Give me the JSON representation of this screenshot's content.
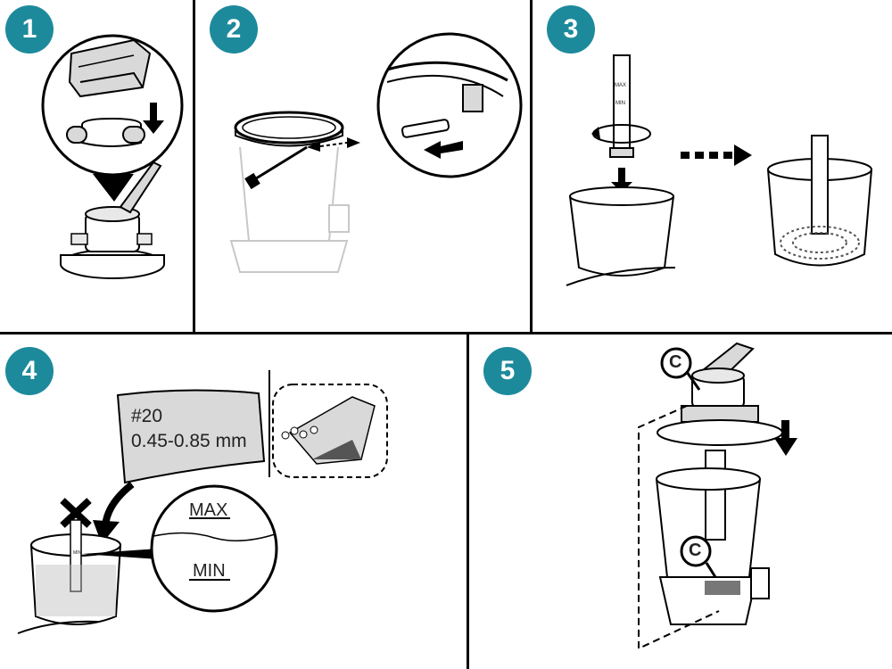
{
  "colors": {
    "badge": "#1d8a9c",
    "line": "#000000",
    "part_fill": "#d9d9d9",
    "faded": "#c8c8c8"
  },
  "steps": [
    {
      "number": "1"
    },
    {
      "number": "2"
    },
    {
      "number": "3",
      "tube_labels": [
        "MAX",
        "MIN"
      ]
    },
    {
      "number": "4",
      "bag_line1": "#20",
      "bag_line2": "0.45-0.85 mm",
      "zoom_max": "MAX",
      "zoom_min": "MIN",
      "tiny_label": "MIN"
    },
    {
      "number": "5",
      "callout_top": "C",
      "callout_bottom": "C"
    }
  ],
  "icons": [
    "down-arrow-icon",
    "rotate-arrow-icon",
    "dashed-right-arrow-icon",
    "cross-mark-icon",
    "push-arrow-icon"
  ]
}
